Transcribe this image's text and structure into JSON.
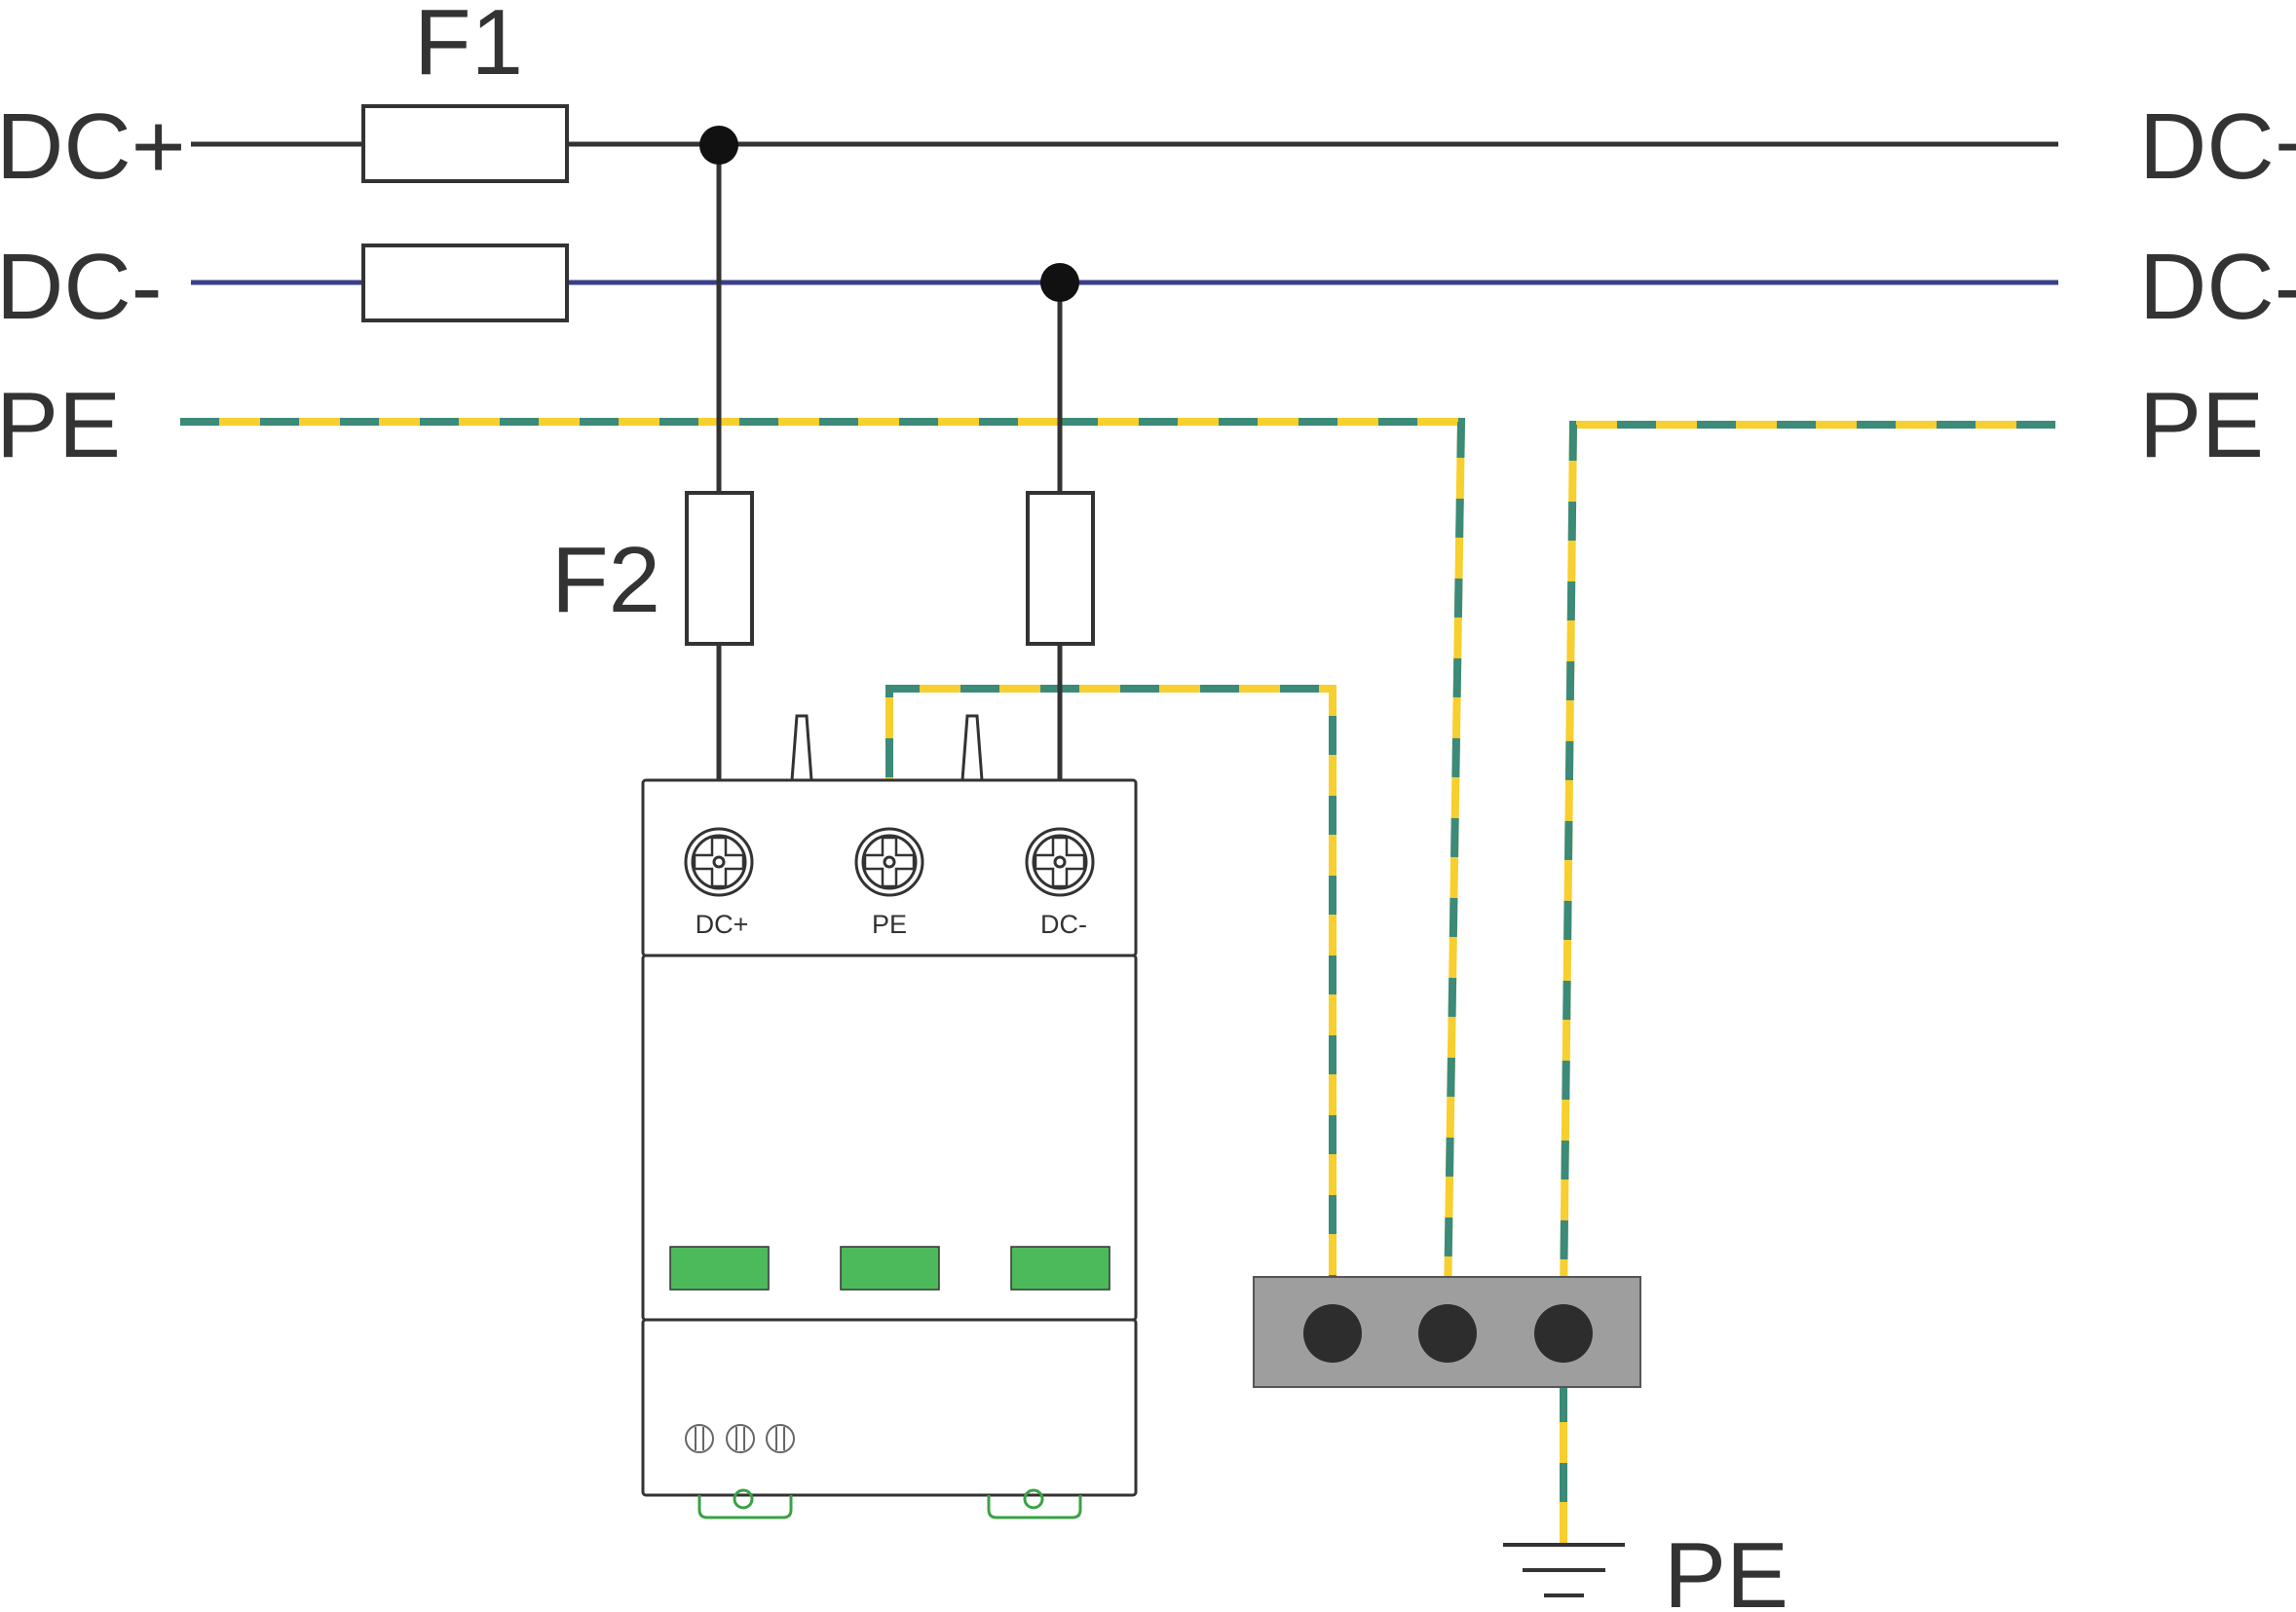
{
  "labels": {
    "left_dc_plus": "DC+",
    "left_dc_minus": "DC-",
    "left_pe": "PE",
    "right_dc_plus": "DC+",
    "right_dc_minus": "DC-",
    "right_pe": "PE",
    "fuse_f1": "F1",
    "fuse_f2": "F2",
    "ground_pe": "PE"
  },
  "spd": {
    "terminals": [
      "DC+",
      "PE",
      "DC-"
    ],
    "indicator_color": "#4cba5a"
  },
  "colors": {
    "dc_plus_wire": "#333333",
    "dc_minus_wire": "#3b3f8c",
    "pe_wire_yellow": "#f7cf2e",
    "pe_wire_green": "#3c8a78",
    "busbar": "#9e9e9e"
  }
}
